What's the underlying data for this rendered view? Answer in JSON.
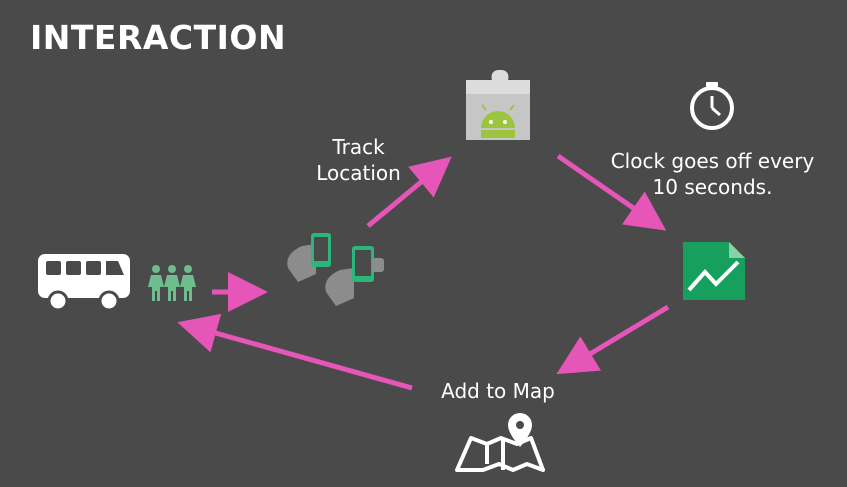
{
  "title": "INTERACTION",
  "labels": {
    "track_location_line1": "Track",
    "track_location_line2": "Location",
    "clock_line1": "Clock goes off every",
    "clock_line2": "10 seconds.",
    "add_to_map": "Add to Map"
  },
  "colors": {
    "background": "#4a4a4a",
    "arrow": "#e556b8",
    "text": "#ffffff",
    "person_green": "#6dbd8f",
    "phone_green": "#2db67c",
    "hand_gray": "#8c8c8c",
    "sheets_green": "#17a05d"
  },
  "icons": [
    "bus-icon",
    "people-icon",
    "phones-in-hands-icon",
    "android-app-inventor-icon",
    "clock-icon",
    "sheets-icon",
    "map-pin-icon"
  ]
}
